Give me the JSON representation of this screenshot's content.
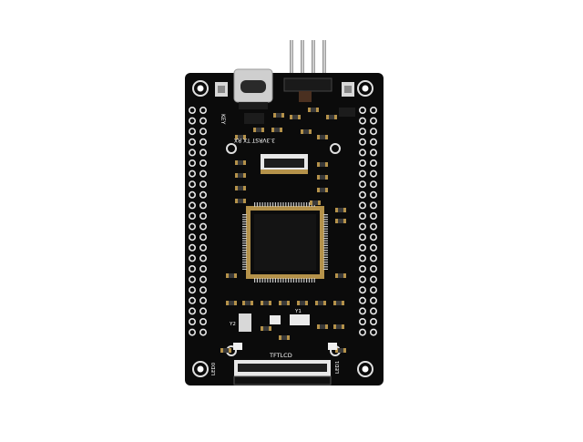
{
  "photo": {
    "subject": "STM32 development board",
    "board_color": "#0b0b0b",
    "pad_color": "#e8e8e8",
    "gold_color": "#b5924a",
    "silkscreen": {
      "key": "KEY",
      "uart": "3.3VRST TX RX",
      "tftlcd": "TFTLCD",
      "led0": "LED0",
      "led1": "LED1",
      "y1": "Y1",
      "y2": "Y2"
    }
  }
}
